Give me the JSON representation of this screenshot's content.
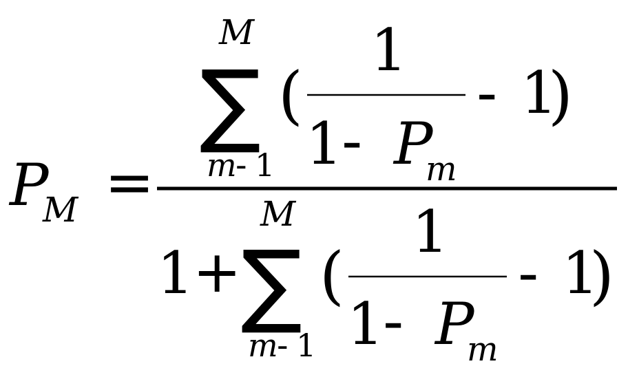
{
  "formula": {
    "lhs": {
      "symbol": "P",
      "subscript": "M"
    },
    "equals": "=",
    "numerator": {
      "sum_symbol": "∑",
      "sum_upper": "M",
      "sum_lower_var": "m",
      "sum_lower_op": "-",
      "sum_lower_num": "1",
      "open_paren": "(",
      "close_paren": ")",
      "frac_num": "1",
      "frac_den_one": "1",
      "frac_den_op": "-",
      "frac_den_var": "P",
      "frac_den_sub": "m",
      "minus": "-",
      "one": "1"
    },
    "denominator": {
      "leading_one": "1",
      "plus": "+",
      "sum_symbol": "∑",
      "sum_upper": "M",
      "sum_lower_var": "m",
      "sum_lower_op": "-",
      "sum_lower_num": "1",
      "open_paren": "(",
      "close_paren": ")",
      "frac_num": "1",
      "frac_den_one": "1",
      "frac_den_op": "-",
      "frac_den_var": "P",
      "frac_den_sub": "m",
      "minus": "-",
      "one": "1"
    }
  }
}
